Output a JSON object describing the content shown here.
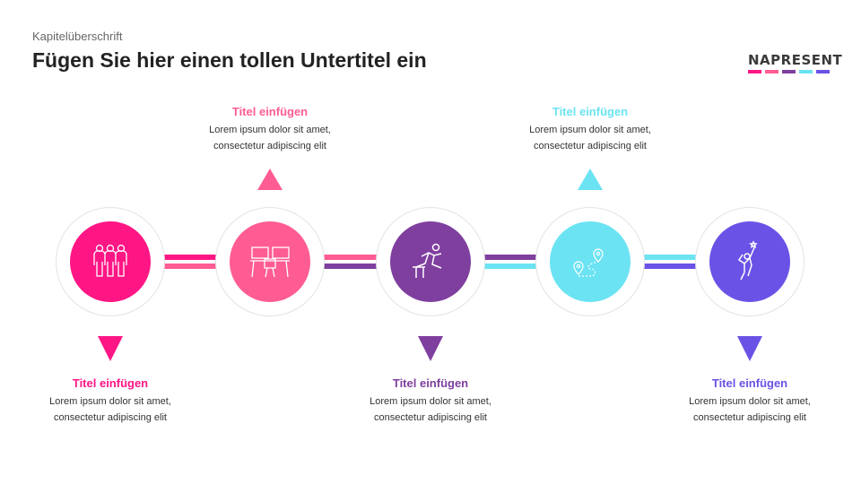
{
  "header": {
    "kapitel": "Kapitelüberschrift",
    "subtitle": "Fügen Sie hier einen tollen Untertitel ein"
  },
  "logo": {
    "text": "NAPRESENT"
  },
  "colors": [
    "#ff1685",
    "#ff5c93",
    "#7f3f9f",
    "#6be3f3",
    "#6a52e6"
  ],
  "steps": [
    {
      "icon": "people-group-icon",
      "title": "Titel einfügen",
      "body": "Lorem ipsum dolor sit amet, consectetur adipiscing elit"
    },
    {
      "icon": "workstation-icon",
      "title": "Titel einfügen",
      "body": "Lorem ipsum dolor sit amet, consectetur adipiscing elit"
    },
    {
      "icon": "hurdle-runner-icon",
      "title": "Titel einfügen",
      "body": "Lorem ipsum dolor sit amet, consectetur adipiscing elit"
    },
    {
      "icon": "map-route-icon",
      "title": "Titel einfügen",
      "body": "Lorem ipsum dolor sit amet, consectetur adipiscing elit"
    },
    {
      "icon": "reaching-star-icon",
      "title": "Titel einfügen",
      "body": "Lorem ipsum dolor sit amet, consectetur adipiscing elit"
    }
  ]
}
